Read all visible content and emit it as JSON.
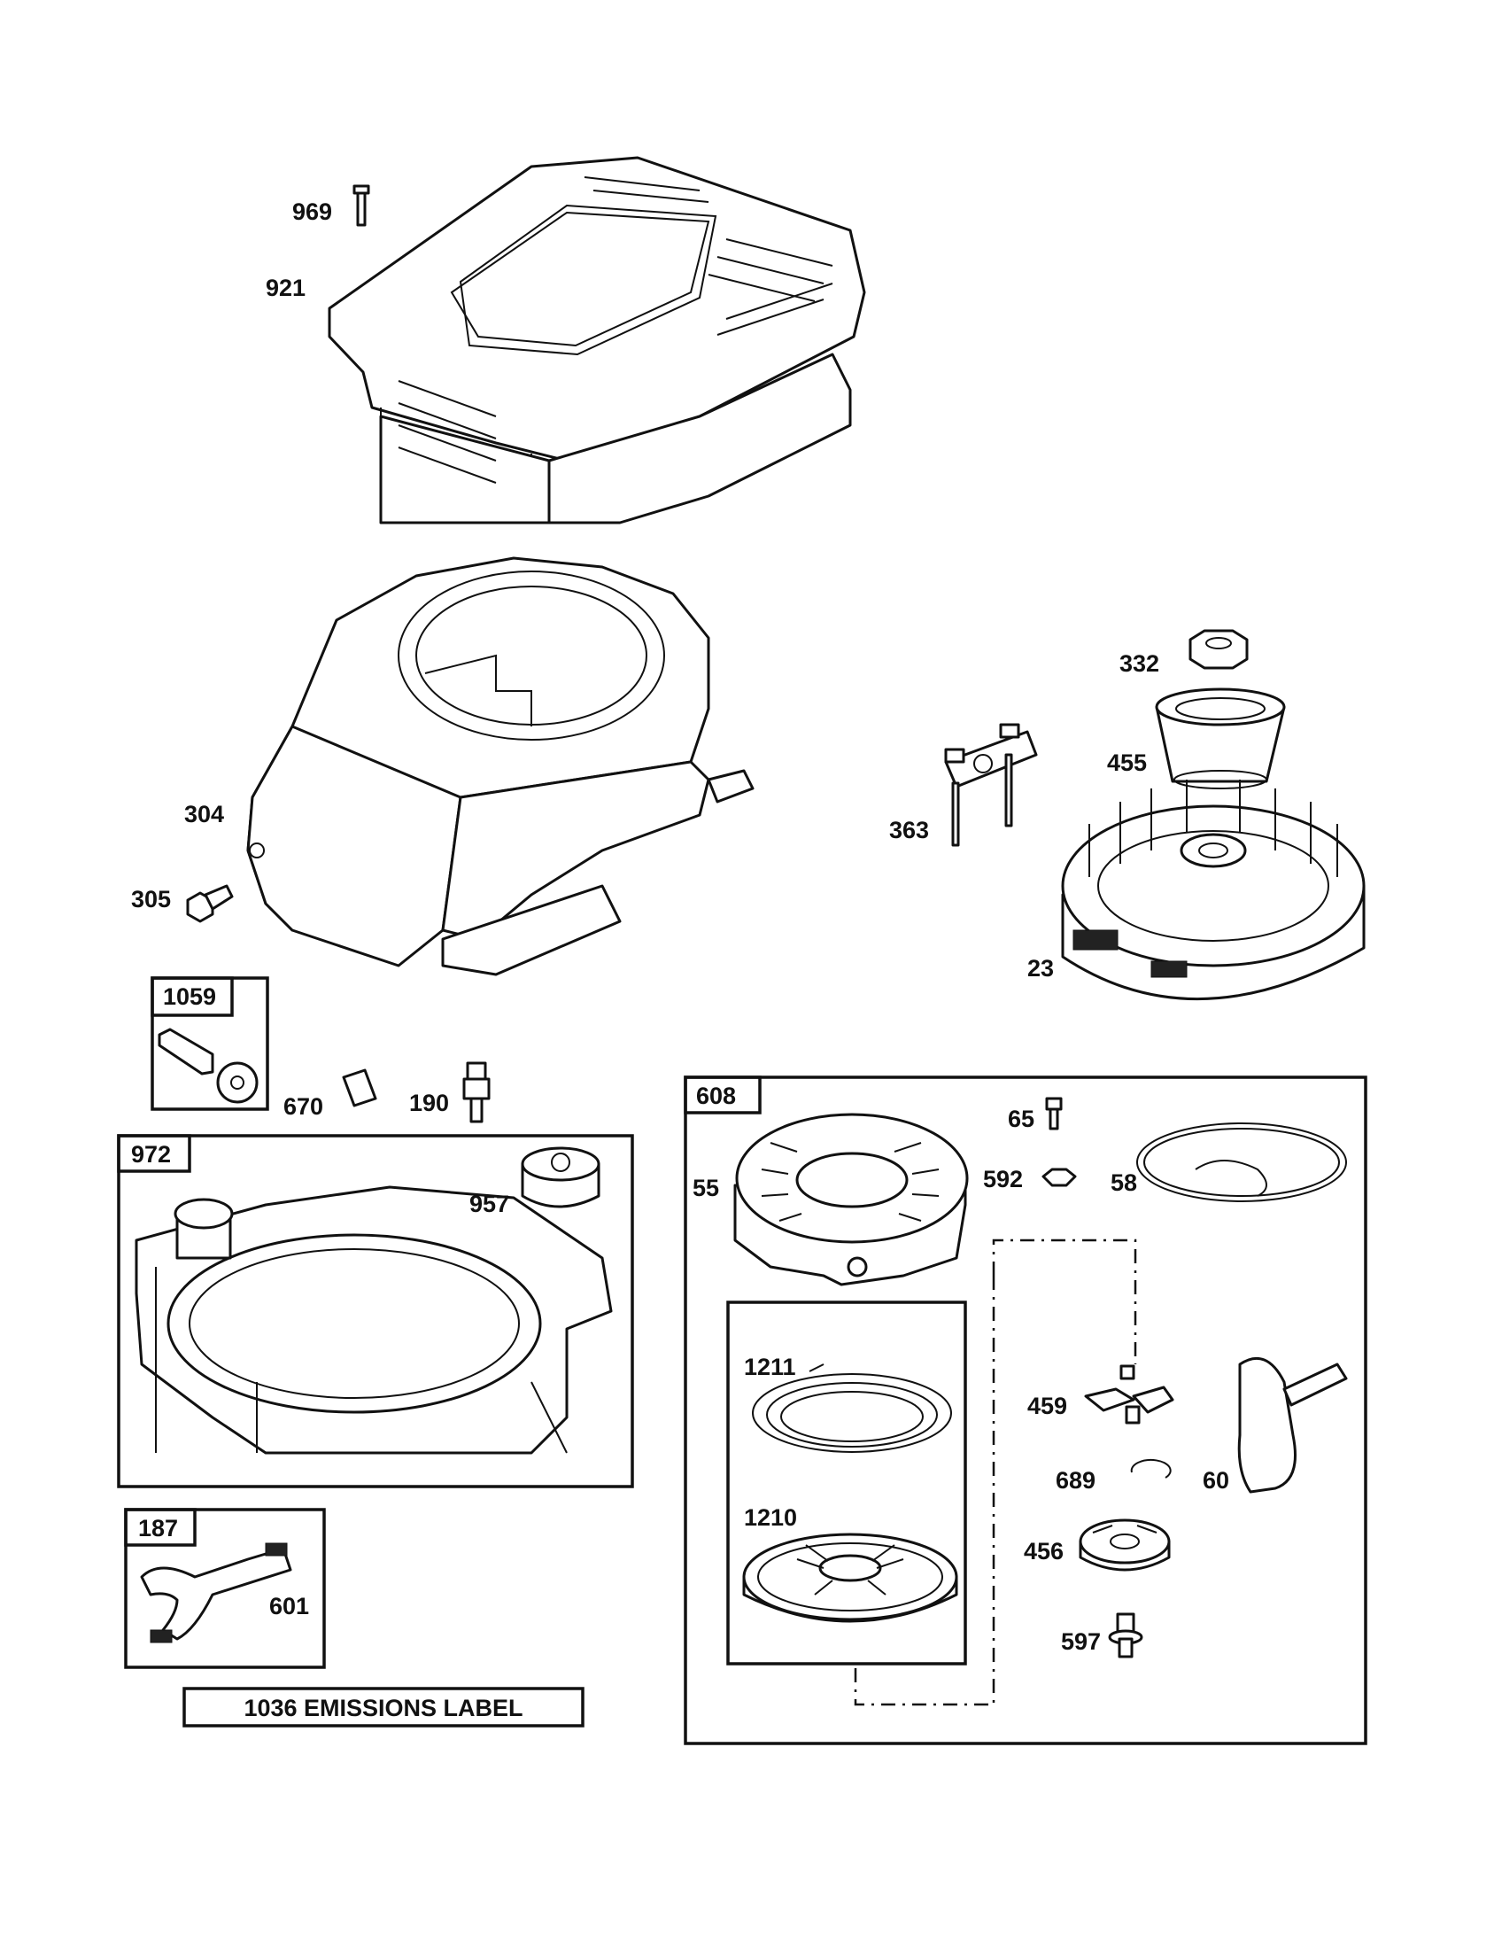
{
  "callouts": {
    "p969": "969",
    "p921": "921",
    "p304": "304",
    "p305": "305",
    "p332": "332",
    "p455": "455",
    "p363": "363",
    "p23": "23",
    "p670": "670",
    "p190": "190",
    "p957": "957",
    "p601": "601",
    "p55": "55",
    "p65": "65",
    "p592": "592",
    "p58": "58",
    "p1211": "1211",
    "p1210": "1210",
    "p459": "459",
    "p689": "689",
    "p60": "60",
    "p456": "456",
    "p597": "597"
  },
  "boxes": {
    "b1059": "1059",
    "b972": "972",
    "b187": "187",
    "b608": "608"
  },
  "emissions_label": "1036 EMISSIONS LABEL"
}
